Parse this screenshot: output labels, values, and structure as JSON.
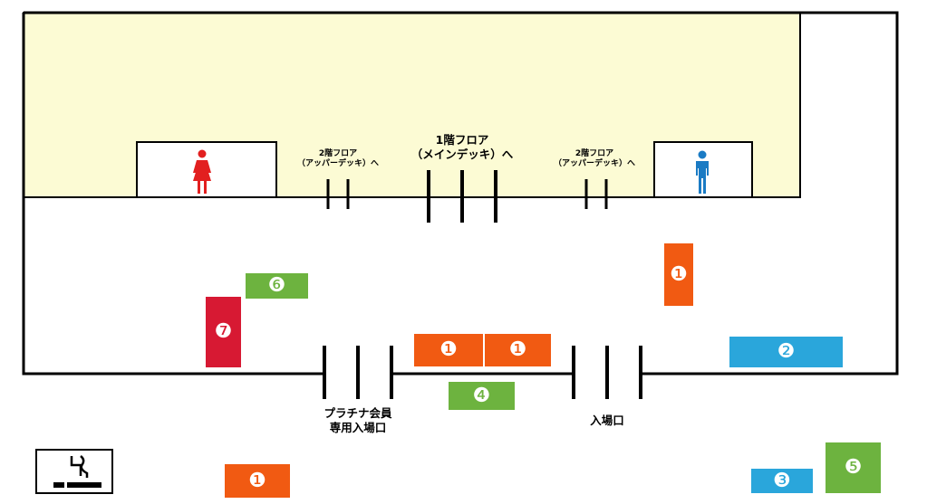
{
  "labels": {
    "stairs_left": [
      "2階フロア",
      "（アッパーデッキ）へ"
    ],
    "stairs_center": [
      "1階フロア",
      "（メインデッキ）へ"
    ],
    "stairs_right": [
      "2階フロア",
      "（アッパーデッキ）へ"
    ],
    "platinum_entrance": [
      "プラチナ会員",
      "専用入場口"
    ],
    "entrance": "入場口"
  },
  "markers": {
    "m1a": "❶",
    "m1b": "❶",
    "m1c": "❶",
    "m1d": "❶",
    "m2": "❷",
    "m3": "❸",
    "m4": "❹",
    "m5": "❺",
    "m6": "❻",
    "m7": "❼"
  },
  "icons": {
    "restroom_women": "female-restroom-icon",
    "restroom_men": "male-restroom-icon",
    "smoking": "smoking-area-icon"
  },
  "colors": {
    "upper_area": "#FCFBD4",
    "orange": "#F15A12",
    "blue": "#2AA6DB",
    "green": "#6DB33F",
    "red": "#D71933",
    "women": "#E21F1F",
    "men": "#1A7BC4"
  }
}
